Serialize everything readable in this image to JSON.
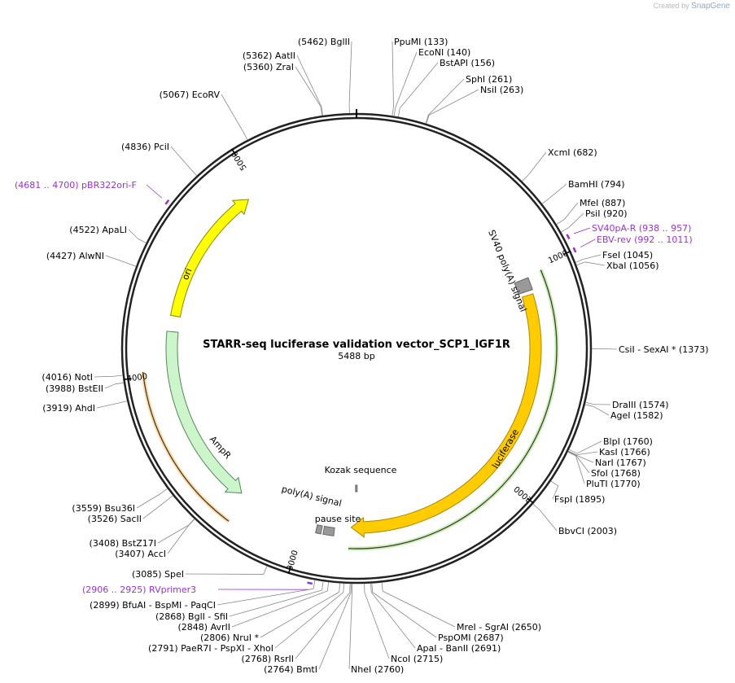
{
  "watermark": {
    "prefix": "Created by",
    "brand": "SnapGene"
  },
  "plasmid": {
    "name": "STARR-seq luciferase validation vector_SCP1_IGF1R",
    "size_label": "5488 bp",
    "length": 5488
  },
  "tick_labels": [
    {
      "text": "1000",
      "pos": 1000
    },
    {
      "text": "2000",
      "pos": 2000
    },
    {
      "text": "3000",
      "pos": 3000
    },
    {
      "text": "4000",
      "pos": 4000
    },
    {
      "text": "5000",
      "pos": 5000
    }
  ],
  "features": [
    {
      "name": "ori",
      "start": 4270,
      "end": 4940,
      "dir": "cw",
      "color": "#ffff00",
      "stroke": "#888800"
    },
    {
      "name": "AmpR",
      "start": 3330,
      "end": 4195,
      "dir": "ccw",
      "color": "#ccf5cc",
      "stroke": "#558855"
    },
    {
      "name": "luciferase",
      "start": 1110,
      "end": 2770,
      "dir": "cw",
      "color": "#ffcc00",
      "stroke": "#aa8800"
    },
    {
      "name": "SV40 poly(A) signal",
      "start": 1030,
      "end": 1090,
      "dir": "none",
      "color": "#999999",
      "stroke": "#666666"
    },
    {
      "name": "poly(A) signal",
      "start": 2910,
      "end": 2935,
      "dir": "none",
      "color": "#999999",
      "stroke": "#666666"
    },
    {
      "name": "pause site",
      "start": 2850,
      "end": 2900,
      "dir": "none",
      "color": "#999999",
      "stroke": "#666666"
    },
    {
      "name": "Kozak sequence",
      "start": 2740,
      "end": 2750,
      "dir": "none",
      "color": "#999999",
      "stroke": "#666666"
    }
  ],
  "sites": [
    {
      "label": "(5462)  BglII",
      "pos": 5462
    },
    {
      "label": "(5362)  AatII",
      "pos": 5362
    },
    {
      "label": "(5360)  ZraI",
      "pos": 5360
    },
    {
      "label": "PpuMI   (133)",
      "pos": 133
    },
    {
      "label": "EcoNI   (140)",
      "pos": 140
    },
    {
      "label": "BstAPI   (156)",
      "pos": 156
    },
    {
      "label": "SphI   (261)",
      "pos": 261
    },
    {
      "label": "NsiI   (263)",
      "pos": 263
    },
    {
      "label": "(5067)  EcoRV",
      "pos": 5067
    },
    {
      "label": "(4836)  PciI",
      "pos": 4836
    },
    {
      "label": "XcmI   (682)",
      "pos": 682
    },
    {
      "label": "BamHI   (794)",
      "pos": 794
    },
    {
      "label": "MfeI   (887)",
      "pos": 887
    },
    {
      "label": "PsiI   (920)",
      "pos": 920
    },
    {
      "label": "FseI   (1045)",
      "pos": 1045
    },
    {
      "label": "XbaI   (1056)",
      "pos": 1056
    },
    {
      "label": "(4522)  ApaLI",
      "pos": 4522
    },
    {
      "label": "(4427)  AlwNI",
      "pos": 4427
    },
    {
      "label": "CsiI  - SexAI *   (1373)",
      "pos": 1373
    },
    {
      "label": "(4016)  NotI",
      "pos": 4016
    },
    {
      "label": "(3988)  BstEII",
      "pos": 3988
    },
    {
      "label": "(3919)  AhdI",
      "pos": 3919
    },
    {
      "label": "DraIII   (1574)",
      "pos": 1574
    },
    {
      "label": "AgeI   (1582)",
      "pos": 1582
    },
    {
      "label": "BlpI   (1760)",
      "pos": 1760
    },
    {
      "label": "KasI   (1766)",
      "pos": 1766
    },
    {
      "label": "NarI   (1767)",
      "pos": 1767
    },
    {
      "label": "SfoI   (1768)",
      "pos": 1768
    },
    {
      "label": "PluTI   (1770)",
      "pos": 1770
    },
    {
      "label": "FspI   (1895)",
      "pos": 1895
    },
    {
      "label": "(3559)  Bsu36I",
      "pos": 3559
    },
    {
      "label": "(3526)  SacII",
      "pos": 3526
    },
    {
      "label": "BbvCI   (2003)",
      "pos": 2003
    },
    {
      "label": "(3408)  BstZ17I",
      "pos": 3408
    },
    {
      "label": "(3407)  AccI",
      "pos": 3407
    },
    {
      "label": "(3085)  SpeI",
      "pos": 3085
    },
    {
      "label": "(2899)  BfuAI  - BspMI  - PaqCI",
      "pos": 2899
    },
    {
      "label": "(2868)  BglI  - SfiI",
      "pos": 2868
    },
    {
      "label": "(2848)  AvrII",
      "pos": 2848
    },
    {
      "label": "(2806)  NruI *",
      "pos": 2806
    },
    {
      "label": "(2791)  PaeR7I  - PspXI  - XhoI",
      "pos": 2791
    },
    {
      "label": "(2768)  RsrII",
      "pos": 2768
    },
    {
      "label": "(2764)  BmtI",
      "pos": 2764
    },
    {
      "label": "NheI   (2760)",
      "pos": 2760
    },
    {
      "label": "NcoI   (2715)",
      "pos": 2715
    },
    {
      "label": "ApaI  - BanII   (2691)",
      "pos": 2691
    },
    {
      "label": "PspOMI   (2687)",
      "pos": 2687
    },
    {
      "label": "MreI  - SgrAI   (2650)",
      "pos": 2650
    }
  ],
  "primers": [
    {
      "label": "(4681 .. 4700)  pBR322ori-F",
      "start": 4681,
      "end": 4700
    },
    {
      "label": "SV40pA-R    (938 .. 957)",
      "start": 938,
      "end": 957
    },
    {
      "label": "EBV-rev    (992 .. 1011)",
      "start": 992,
      "end": 1011
    },
    {
      "label": "(2906 .. 2925)  RVprimer3",
      "start": 2906,
      "end": 2925
    }
  ]
}
